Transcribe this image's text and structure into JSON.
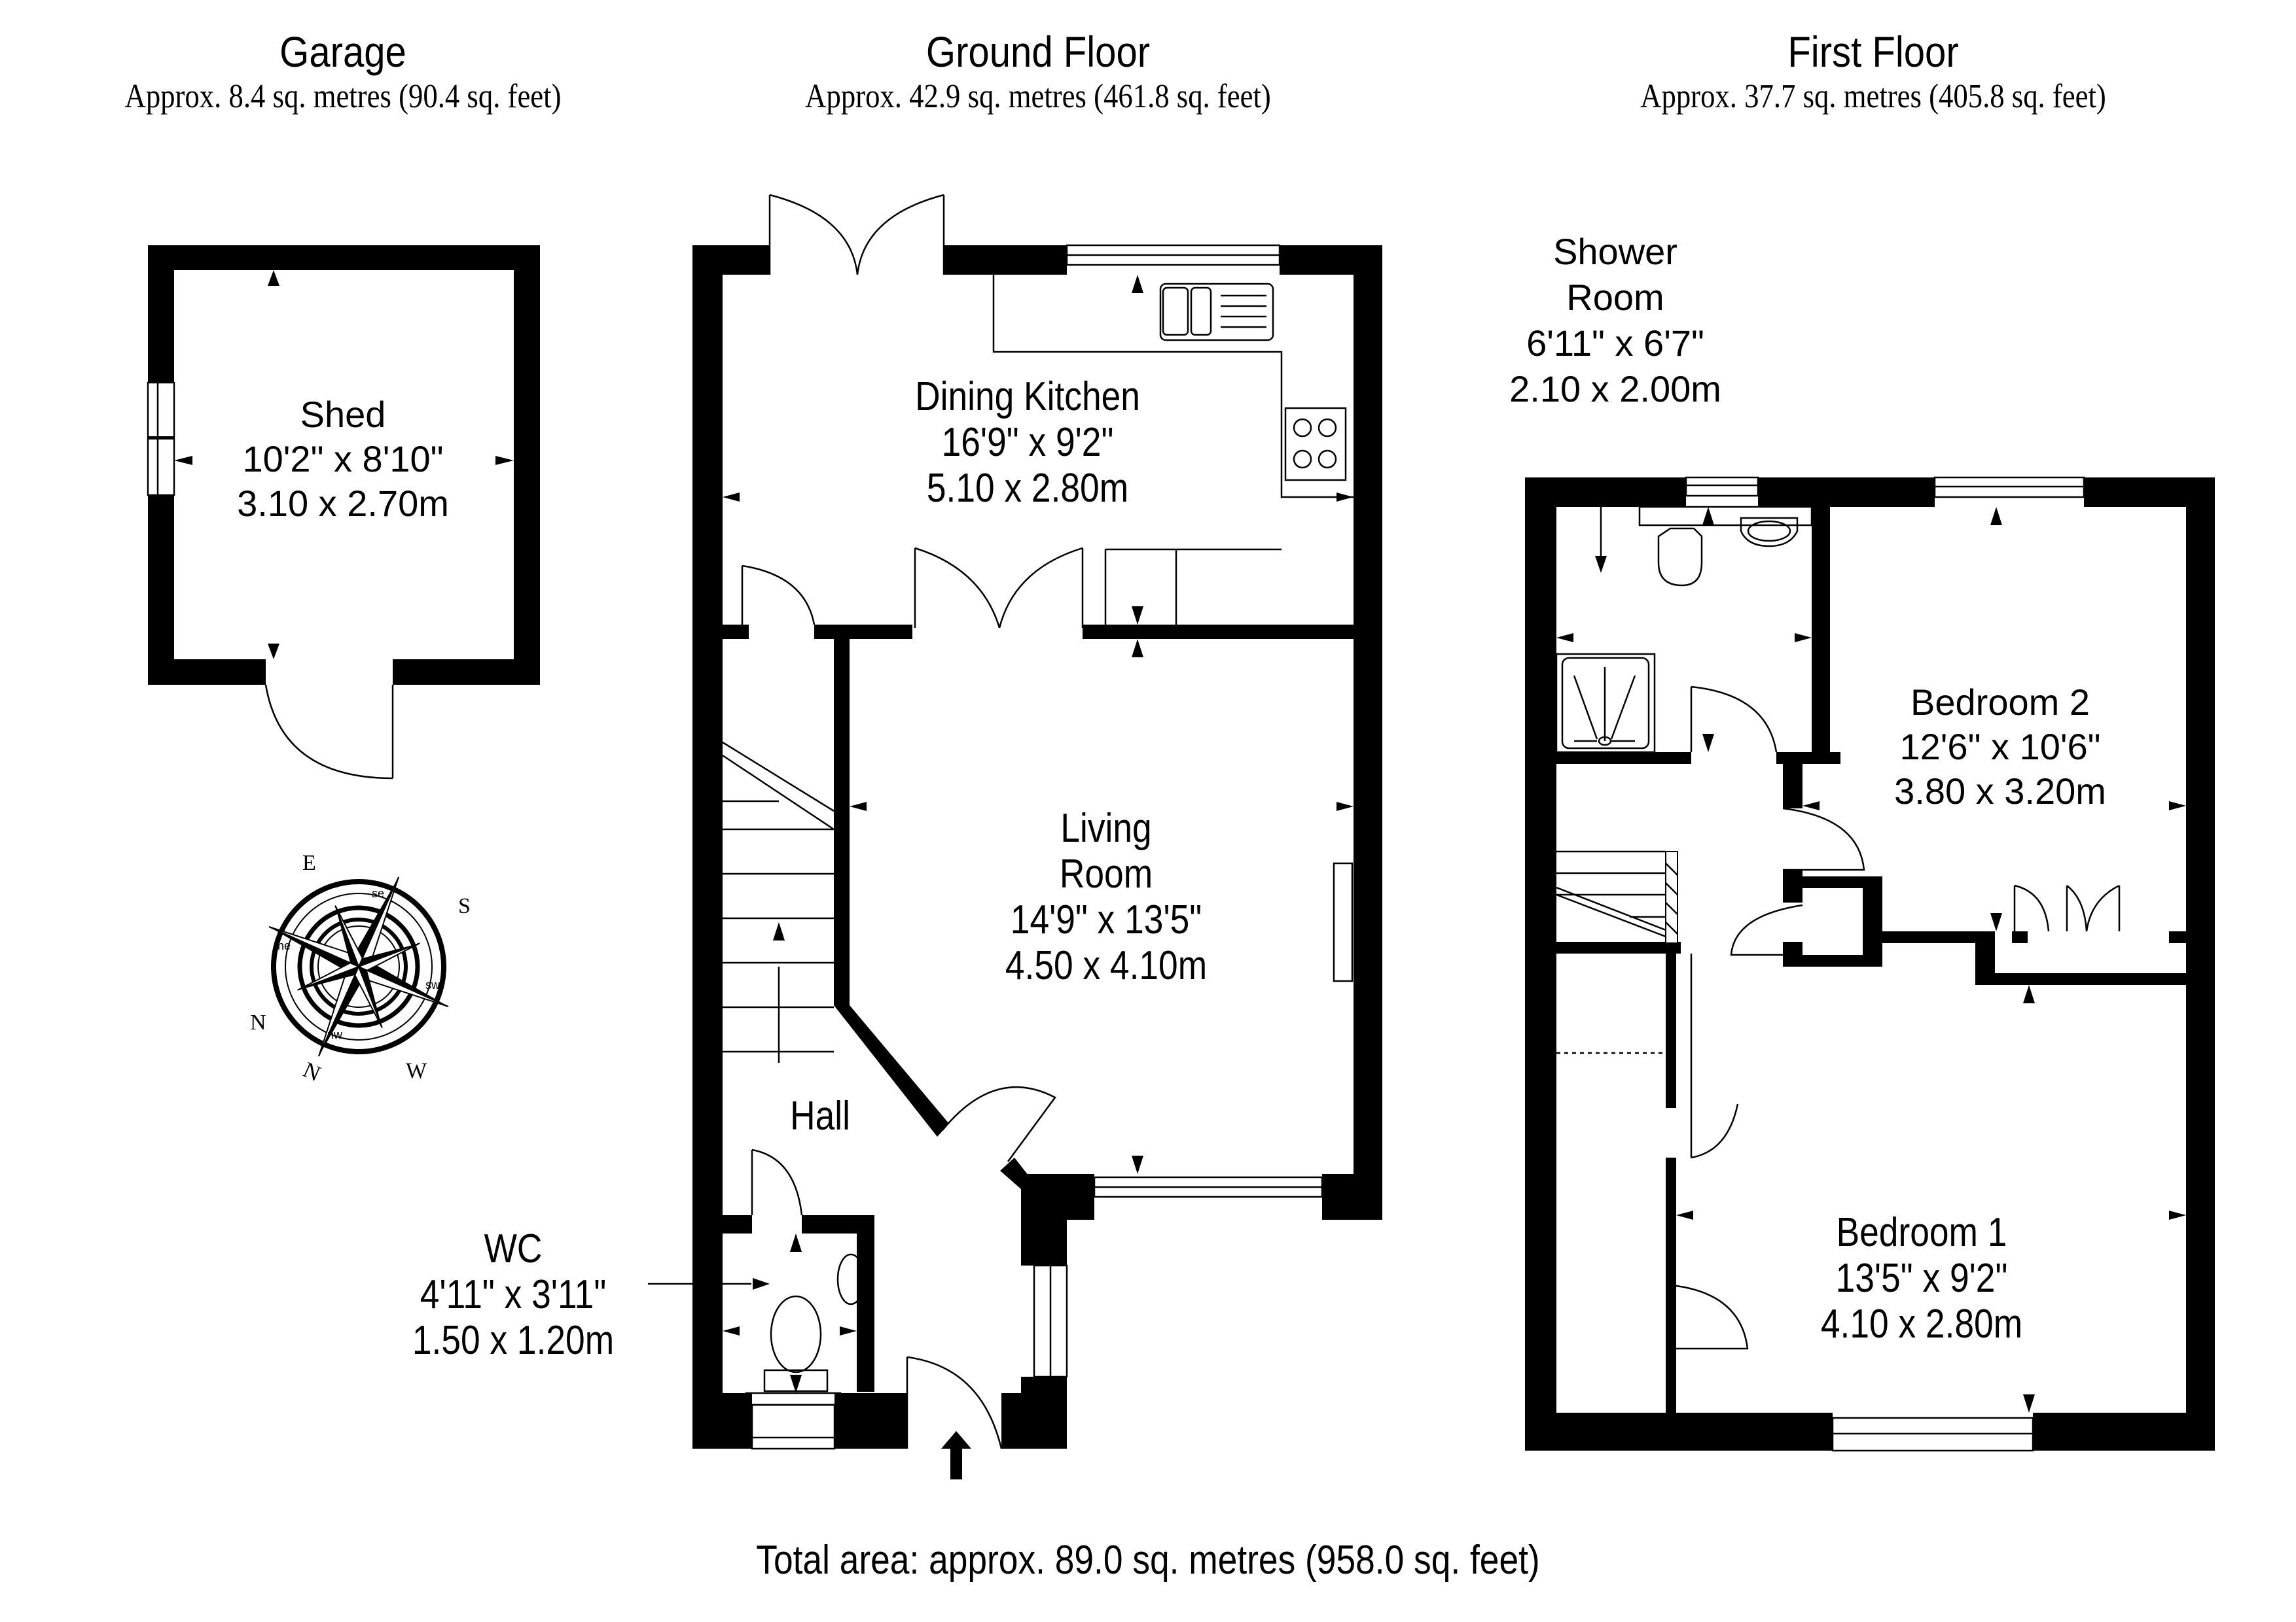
{
  "floors": {
    "garage": {
      "title": "Garage",
      "area": "Approx. 8.4 sq. metres (90.4 sq. feet)"
    },
    "ground": {
      "title": "Ground Floor",
      "area": "Approx. 42.9 sq. metres (461.8 sq. feet)"
    },
    "first": {
      "title": "First Floor",
      "area": "Approx. 37.7 sq. metres (405.8 sq. feet)"
    }
  },
  "rooms": {
    "shed": {
      "name": "Shed",
      "imperial": "10'2\" x 8'10\"",
      "metric": "3.10 x 2.70m"
    },
    "dining_kitchen": {
      "name": "Dining Kitchen",
      "imperial": "16'9\" x 9'2\"",
      "metric": "5.10 x 2.80m"
    },
    "living_room": {
      "name_line1": "Living",
      "name_line2": "Room",
      "imperial": "14'9\" x 13'5\"",
      "metric": "4.50 x 4.10m"
    },
    "hall": {
      "name": "Hall"
    },
    "wc": {
      "name": "WC",
      "imperial": "4'11\" x 3'11\"",
      "metric": "1.50 x 1.20m"
    },
    "shower_room": {
      "name_line1": "Shower",
      "name_line2": "Room",
      "imperial": "6'11\" x 6'7\"",
      "metric": "2.10 x 2.00m"
    },
    "bedroom_2": {
      "name": "Bedroom 2",
      "imperial": "12'6\" x 10'6\"",
      "metric": "3.80 x 3.20m"
    },
    "bedroom_1": {
      "name": "Bedroom 1",
      "imperial": "13'5\" x 9'2\"",
      "metric": "4.10 x 2.80m"
    }
  },
  "compass": {
    "labels": [
      "N",
      "E",
      "S",
      "W"
    ],
    "minor_labels": [
      "ne",
      "se",
      "sw",
      "nw"
    ]
  },
  "total_area": "Total area: approx. 89.0 sq. metres (958.0 sq. feet)",
  "icons": [
    "compass-rose-icon",
    "entrance-arrow-icon",
    "sink-icon",
    "hob-icon",
    "toilet-icon",
    "basin-icon",
    "shower-tray-icon",
    "staircase-icon"
  ]
}
